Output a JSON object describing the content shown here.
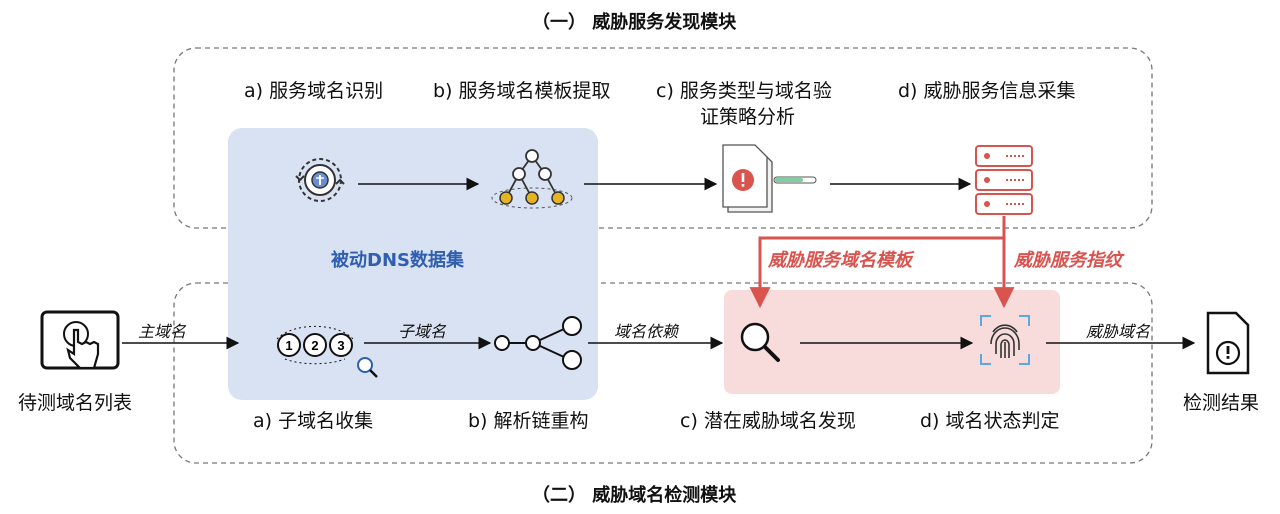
{
  "titles": {
    "top": "（一）  威胁服务发现模块",
    "bottom": "（二）  威胁域名检测模块"
  },
  "top_module": {
    "steps": [
      "a) 服务域名识别",
      "b) 服务域名模板提取",
      "c) 服务类型与域名验",
      "证策略分析",
      "d) 威胁服务信息采集"
    ]
  },
  "bottom_module": {
    "steps": [
      "a) 子域名收集",
      "b) 解析链重构",
      "c) 潜在威胁域名发现",
      "d) 域名状态判定"
    ]
  },
  "dataset_label": "被动DNS数据集",
  "edge_labels": {
    "main_domain": "主域名",
    "subdomain": "子域名",
    "domain_dependency": "域名依赖",
    "threat_domain": "威胁域名"
  },
  "red_labels": {
    "template": "威胁服务域名模板",
    "fingerprint": "威胁服务指纹"
  },
  "io": {
    "input": "待测域名列表",
    "output": "检测结果"
  },
  "subdomain_numbers": [
    "1",
    "2",
    "3"
  ],
  "colors": {
    "dataset_fill": "#d9e2f3",
    "pink_fill": "#f8dcdc",
    "red": "#d9534f",
    "blue": "#2f5fae",
    "yellow": "#e6b422",
    "green": "#7dcea0"
  },
  "icons": {
    "service_id": "gear-chip-icon",
    "template_tree": "tree-icon",
    "strategy_doc": "document-alert-icon",
    "server": "server-icon",
    "touch_input": "touch-screen-icon",
    "subdomain_collect": "numbered-circles-icon",
    "chain": "chain-graph-icon",
    "search": "magnifier-icon",
    "fingerprint": "fingerprint-icon",
    "result": "document-alert-icon"
  }
}
